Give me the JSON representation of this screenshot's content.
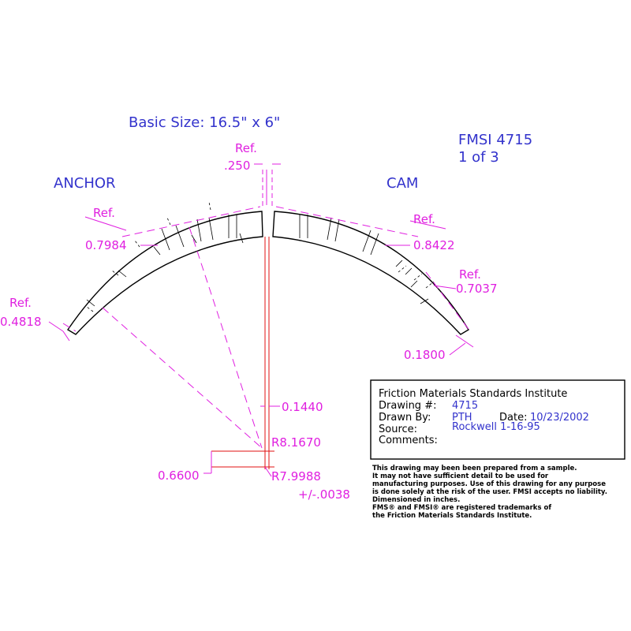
{
  "header": {
    "basic_size": "Basic Size: 16.5\" x 6\"",
    "fmsi_number": "FMSI 4715",
    "sheet": "1 of 3"
  },
  "labels": {
    "anchor": "ANCHOR",
    "cam": "CAM"
  },
  "dimensions": {
    "ref_label": "Ref.",
    "top_gap": ".250",
    "left_ref_1": "0.7984",
    "left_ref_2": "0.4818",
    "right_ref_1": "0.8422",
    "right_ref_2": "0.7037",
    "right_bottom": "0.1800",
    "center_offset": "0.1440",
    "radius_outer": "R8.1670",
    "radius_inner": "R7.9988",
    "tolerance": "+/-.0038",
    "left_offset": "0.6600"
  },
  "title_block": {
    "org": "Friction Materials Standards Institute",
    "drawing_label": "Drawing #:",
    "drawing_value": "4715",
    "drawn_by_label": "Drawn By:",
    "drawn_by_value": "PTH",
    "date_label": "Date:",
    "date_value": "10/23/2002",
    "source_label": "Source:",
    "source_value": "Rockwell 1-16-95",
    "comments_label": "Comments:"
  },
  "disclaimer": [
    "This drawing may been been prepared from a sample.",
    "It may not have sufficient detail to be used for",
    "manufacturing purposes.  Use of this drawing for any purpose",
    "is done solely at the risk of the user. FMSI accepts no liability.",
    "Dimensioned in inches.",
    "FMS® and FMSI® are registered trademarks of",
    "the Friction Materials Standards Institute."
  ],
  "colors": {
    "text_blue": "#3333cc",
    "dimension_magenta": "#e020e0",
    "outline_black": "#000000",
    "centerline_red": "#e01010"
  }
}
